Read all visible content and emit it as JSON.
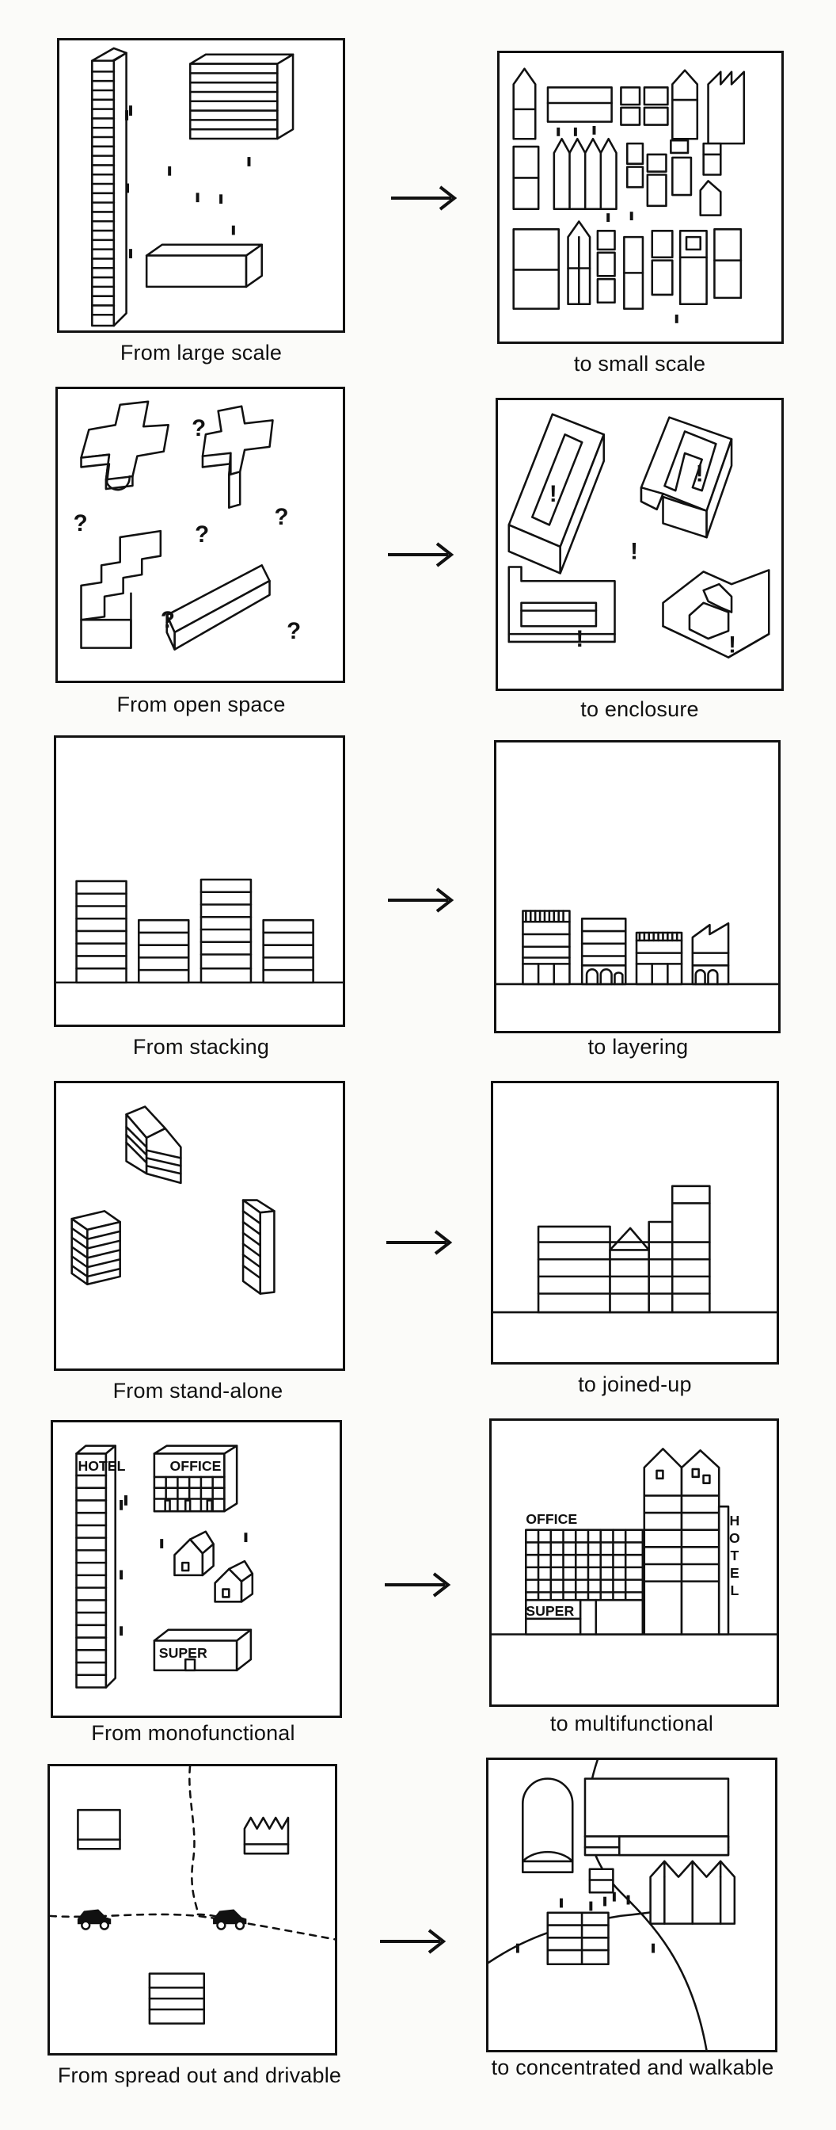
{
  "rows": [
    {
      "left_caption": "From large scale",
      "right_caption": "to small scale"
    },
    {
      "left_caption": "From open space",
      "right_caption": "to enclosure"
    },
    {
      "left_caption": "From stacking",
      "right_caption": "to layering"
    },
    {
      "left_caption": "From stand-alone",
      "right_caption": "to joined-up"
    },
    {
      "left_caption": "From monofunctional",
      "right_caption": "to multifunctional"
    },
    {
      "left_caption": "From spread out and drivable",
      "right_caption": "to concentrated and walkable"
    }
  ],
  "marks": {
    "question": "?",
    "exclamation": "!"
  },
  "signs": {
    "hotel": "HOTEL",
    "office": "OFFICE",
    "super": "SUPER"
  }
}
